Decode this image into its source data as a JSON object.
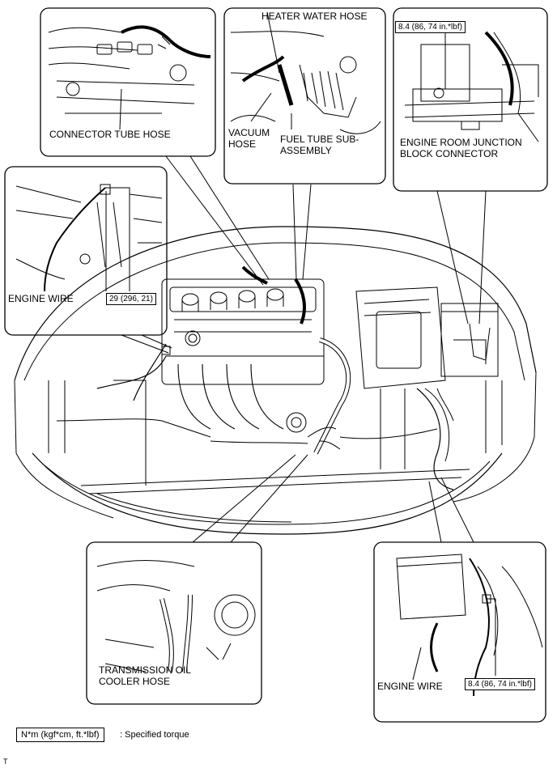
{
  "labels": {
    "connector_tube_hose": "CONNECTOR TUBE HOSE",
    "heater_water_hose": "HEATER WATER HOSE",
    "vacuum_hose_1": "VACUUM",
    "vacuum_hose_2": "HOSE",
    "fuel_tube_1": "FUEL TUBE SUB-",
    "fuel_tube_2": "ASSEMBLY",
    "erjb_1": "ENGINE ROOM JUNCTION",
    "erjb_2": "BLOCK CONNECTOR",
    "engine_wire_left": "ENGINE WIRE",
    "engine_wire_right": "ENGINE WIRE",
    "tx_oil_1": "TRANSMISSION OIL",
    "tx_oil_2": "COOLER HOSE"
  },
  "torques": {
    "junction_block": "8.4 (86, 74 in.*lbf)",
    "engine_wire_left": "29 (296, 21)",
    "engine_wire_right": "8.4 (86, 74 in.*lbf)"
  },
  "legend": {
    "unit": "N*m (kgf*cm, ft.*lbf)",
    "meaning": ": Specified torque"
  },
  "corner_code": "T"
}
